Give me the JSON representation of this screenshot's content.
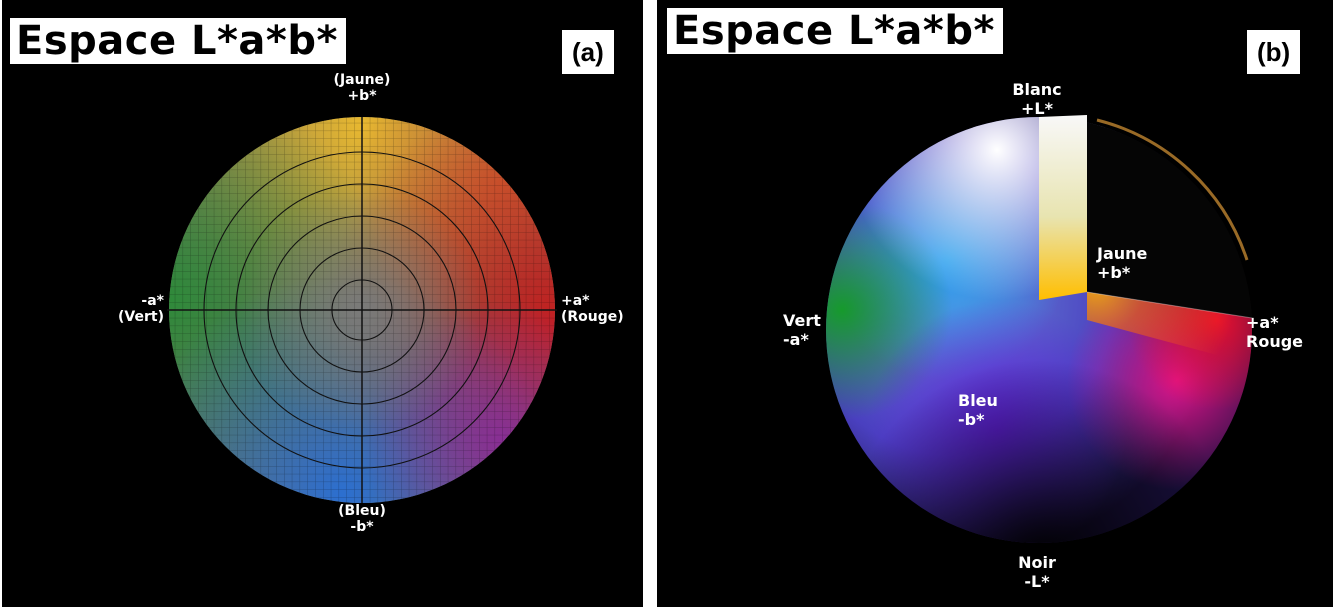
{
  "panel_a": {
    "title": "Espace L*a*b*",
    "tag": "(a)",
    "labels": {
      "top_name": "(Jaune)",
      "top_axis": "+b*",
      "bottom_name": "(Bleu)",
      "bottom_axis": "-b*",
      "left_axis": "-a*",
      "left_name": "(Vert)",
      "right_axis": "+a*",
      "right_name": "(Rouge)"
    },
    "colors": {
      "yellow": "#e0b030",
      "red": "#c41e1e",
      "green": "#2f8a3a",
      "blue": "#2c6fd0",
      "magenta": "#8a2a9a",
      "center": "#777777"
    }
  },
  "panel_b": {
    "title": "Espace L*a*b*",
    "tag": "(b)",
    "labels": {
      "top_name": "Blanc",
      "top_axis": "+L*",
      "yellow_name": "Jaune",
      "yellow_axis": "+b*",
      "red_axis": "+a*",
      "red_name": "Rouge",
      "green_name": "Vert",
      "green_axis": "-a*",
      "blue_name": "Bleu",
      "blue_axis": "-b*",
      "bottom_name": "Noir",
      "bottom_axis": "-L*"
    },
    "colors": {
      "white": "#f4f4f8",
      "yellow": "#ffc800",
      "red": "#e01030",
      "magenta": "#e0148a",
      "green": "#169a2c",
      "blue": "#2a8fe6",
      "violet": "#5a2cd0",
      "black": "#000000"
    }
  }
}
